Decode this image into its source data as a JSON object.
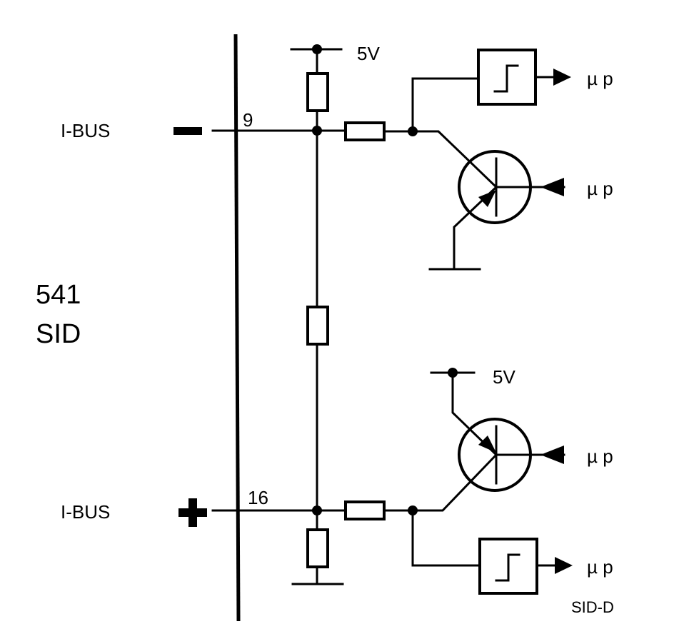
{
  "labels": {
    "module_number": "541",
    "module_name": "SID",
    "bus_minus": "I-BUS",
    "bus_plus": "I-BUS",
    "pin_minus": "9",
    "pin_plus": "16",
    "supply_top": "5V",
    "supply_bottom": "5V",
    "mp_out_top": "µ p",
    "mp_in_top": "µ p",
    "mp_in_bottom": "µ p",
    "mp_out_bottom": "µ p",
    "figure_code": "SID-D"
  }
}
